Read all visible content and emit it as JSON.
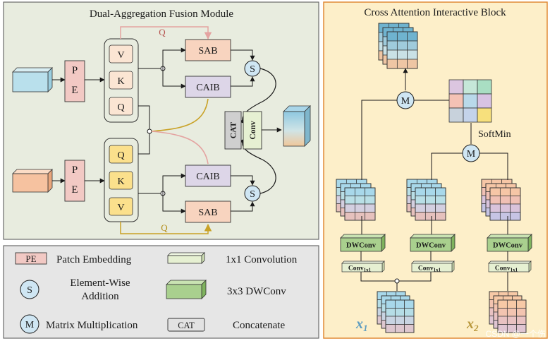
{
  "panels": {
    "left_title": "Dual-Aggregation Fusion Module",
    "right_title": "Cross Attention Interactive Block"
  },
  "blocks": {
    "pe": "P E",
    "v": "V",
    "k": "K",
    "q": "Q",
    "sab": "SAB",
    "caib": "CAIB",
    "sum": "S",
    "cat": "CAT",
    "conv": "Conv",
    "q_label": "Q",
    "mat": "M",
    "softmin": "SoftMin",
    "dwconv": "DWConv",
    "conv1x1": "Conv",
    "conv1x1_sub": "1x1",
    "x1": "x",
    "x1_sub": "1",
    "x2": "x",
    "x2_sub": "2"
  },
  "legend": {
    "pe_abbr": "PE",
    "pe_text": "Patch Embedding",
    "conv1x1_text": "1x1 Convolution",
    "sum_symbol": "S",
    "sum_text_1": "Element-Wise",
    "sum_text_2": "Addition",
    "dwconv_text": "3x3 DWConv",
    "mat_symbol": "M",
    "mat_text": "Matrix Multiplication",
    "cat_abbr": "CAT",
    "cat_text": "Concatenate"
  },
  "watermark": "CSDN @一个伤",
  "colors": {
    "left_bg": "#e8ecdf",
    "right_bg": "#fdefc9",
    "legend_bg": "#e6e6e6",
    "pe_fill": "#f2c9c4",
    "sab_fill": "#f8d4bf",
    "caib_fill": "#ddd6e8",
    "q_yellow": "#fbe08c",
    "circle_fill": "#cfe6f3",
    "dw_fill": "#a9d08e",
    "conv1_fill": "#e6f0d2",
    "q_line": "#e4a3a1",
    "gold_line": "#c9a227"
  }
}
